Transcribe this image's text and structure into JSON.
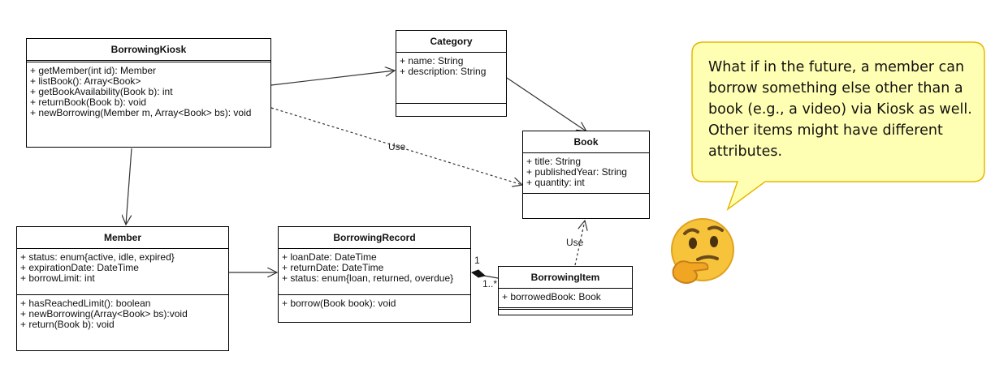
{
  "classes": {
    "kiosk": {
      "name": "BorrowingKiosk",
      "attributes": [],
      "operations": [
        "+ getMember(int id): Member",
        "+ listBook(): Array<Book>",
        "+ getBookAvailability(Book b): int",
        "+ returnBook(Book b): void",
        "+ newBorrowing(Member m, Array<Book> bs): void"
      ]
    },
    "category": {
      "name": "Category",
      "attributes": [
        "+ name: String",
        "+ description: String"
      ],
      "operations": []
    },
    "book": {
      "name": "Book",
      "attributes": [
        "+ title: String",
        "+ publishedYear: String",
        "+ quantity: int"
      ],
      "operations": []
    },
    "member": {
      "name": "Member",
      "attributes": [
        "+ status: enum{active, idle, expired}",
        "+ expirationDate: DateTime",
        "+ borrowLimit: int"
      ],
      "operations": [
        "+ hasReachedLimit(): boolean",
        "+ newBorrowing(Array<Book> bs):void",
        "+ return(Book b): void"
      ]
    },
    "record": {
      "name": "BorrowingRecord",
      "attributes": [
        "+ loanDate: DateTime",
        "+ returnDate: DateTime",
        "+ status: enum{loan, returned, overdue}"
      ],
      "operations": [
        "+ borrow(Book book): void"
      ]
    },
    "item": {
      "name": "BorrowingItem",
      "attributes": [
        "+ borrowedBook: Book"
      ],
      "operations": []
    }
  },
  "edge_labels": {
    "use1": "Use",
    "use2": "Use",
    "mult_one": "1",
    "mult_many": "1..*"
  },
  "callout": {
    "text": "What if in the future, a member can borrow something else other than a book (e.g., a video) via Kiosk as well. Other items might have different attributes."
  },
  "emoji": {
    "icon": "thinking-face-icon",
    "color": "#f6c33b"
  }
}
